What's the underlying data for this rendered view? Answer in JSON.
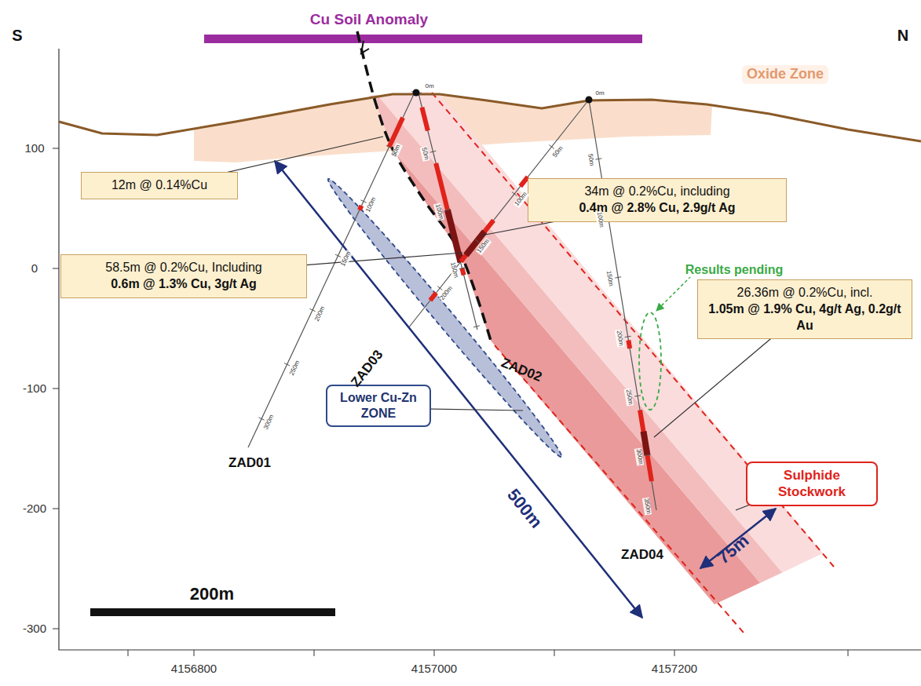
{
  "diagram": {
    "nodes": [
      {
        "text": [
          "12m @ 0.14%Cu"
        ]
      },
      {
        "text": [
          "34m @ 0.2%Cu, including",
          "0.4m @ 2.8% Cu, 2.9g/t Ag"
        ]
      },
      {
        "text": [
          "58.5m @ 0.2%Cu, Including",
          "0.6m @ 1.3% Cu, 3g/t Ag"
        ]
      },
      {
        "text": [
          "26.36m @ 0.2%Cu, incl.",
          "1.05m @ 1.9% Cu, 4g/t Ag, 0.2g/t Au"
        ]
      },
      {
        "text": [
          "Lower Cu-Zn ZONE"
        ]
      },
      {
        "text": [
          "Sulphide Stockwork"
        ]
      }
    ],
    "labels": [
      "S",
      "N",
      "Cu Soil Anomaly",
      "Oxide Zone",
      "Results pending",
      "ZAD03",
      "ZAD02",
      "ZAD01",
      "ZAD04",
      "500m",
      "75m",
      "200m",
      "100",
      "0",
      "-100",
      "-200",
      "-300",
      "4156800",
      "4157000",
      "4157200",
      "50m",
      "100m",
      "150m",
      "200m",
      "250m",
      "300m",
      "0m",
      "50m",
      "100m",
      "150m",
      "0m",
      "50m",
      "100m",
      "150m",
      "200m",
      "50m",
      "100m",
      "150m",
      "200m",
      "250m",
      "300m",
      "350m"
    ]
  }
}
